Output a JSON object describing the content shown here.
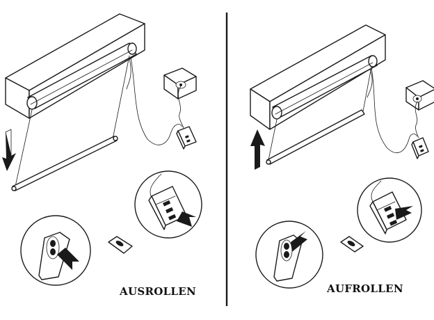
{
  "panels": [
    {
      "id": "left",
      "label": "AUSROLLEN",
      "direction": "down"
    },
    {
      "id": "right",
      "label": "AUFROLLEN",
      "direction": "up"
    }
  ],
  "colors": {
    "ink": "#1a1a1a",
    "background": "#ffffff"
  },
  "icons": [
    "arrow-down-icon",
    "arrow-up-icon",
    "remote-control-icon",
    "hand-pointer-icon",
    "wall-socket-icon",
    "plug-switch-icon"
  ]
}
